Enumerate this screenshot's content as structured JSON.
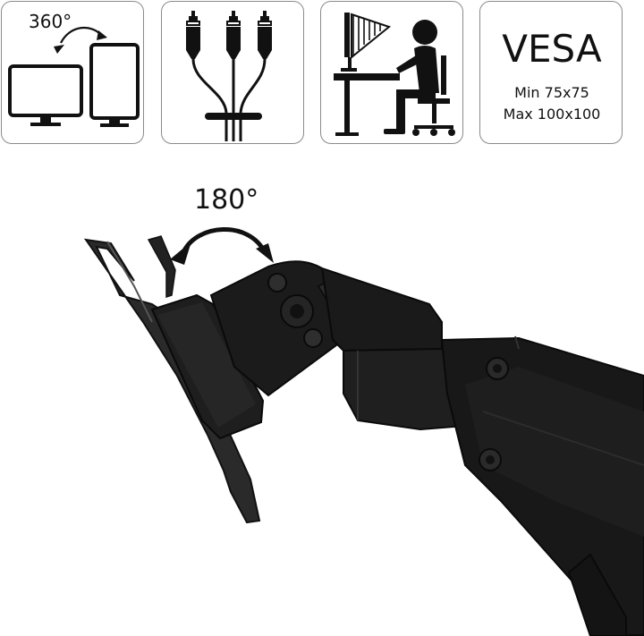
{
  "features": {
    "rotation": {
      "label": "360°",
      "icon": "rotation-monitors-icon"
    },
    "cables": {
      "icon": "cable-management-icon"
    },
    "ergonomics": {
      "icon": "ergonomic-workstation-icon"
    },
    "vesa": {
      "title": "VESA",
      "min": "Min 75x75",
      "max": "Max 100x100"
    }
  },
  "product": {
    "tilt_label": "180°",
    "icon": "monitor-arm-icon"
  },
  "colors": {
    "border": "#8a8a8a",
    "ink": "#111111",
    "arm": "#1c1c1c"
  }
}
